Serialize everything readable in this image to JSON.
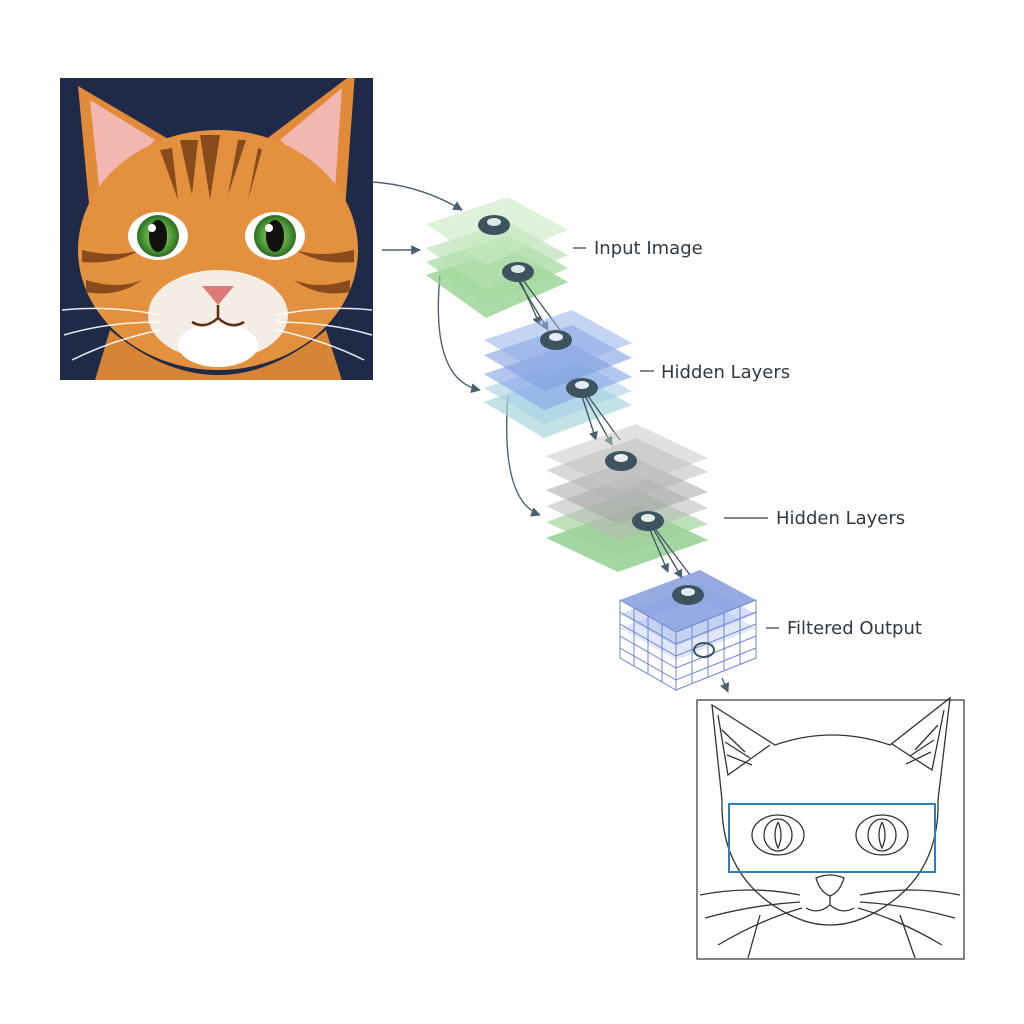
{
  "labels": {
    "input": "Input Image",
    "hidden_1": "Hidden Layers",
    "hidden_2": "Hidden Layers",
    "output": "Filtered Output"
  },
  "colors": {
    "background": "#ffffff",
    "cat_background": "#1e2a48",
    "cat_fur": "#e08a3a",
    "cat_stripes": "#7a3f16",
    "eye_iris": "#4c9a36",
    "input_layers": "#8fd08a",
    "hidden_layers_1": "#7f9fe0",
    "hidden_layers_1_lower": "#9fd3d8",
    "hidden_layers_2": "#a6a6a6",
    "hidden_layers_2_lower": "#7cc67a",
    "output_grid": "#6b86d6",
    "node": "#3d5460",
    "arrow": "#4a6270",
    "highlight_box": "#2f7fb5",
    "sketch_line": "#333333"
  },
  "icons": [
    "cat-photo-icon",
    "network-node-icon",
    "arrow-icon",
    "cat-sketch-icon"
  ]
}
